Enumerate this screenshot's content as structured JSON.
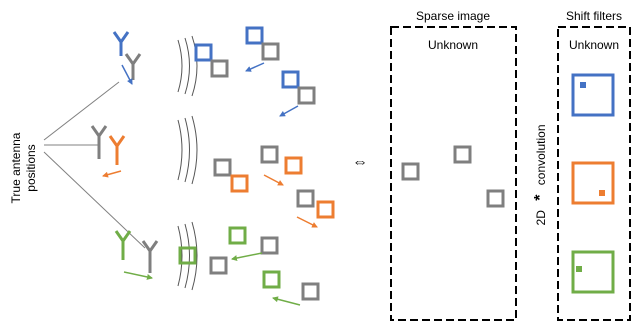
{
  "colors": {
    "blue": "#4472C4",
    "orange": "#ED7D31",
    "green": "#70AD47",
    "gray": "#7F7F7F",
    "line": "#808080",
    "ink": "#000000"
  },
  "labels": {
    "true_positions_line1": "True antenna",
    "true_positions_line2": "positions",
    "equivalence_symbol": "⇔",
    "sparse_title": "Sparse image",
    "sparse_inner": "Unknown",
    "conv_symbol": "*",
    "conv_text_2d": "2D",
    "conv_text": "convolution",
    "filters_title": "Shift filters",
    "filters_inner": "Unknown"
  },
  "icons": [
    "antenna-icon",
    "wave-arcs-icon",
    "arrow-icon",
    "square-marker-icon"
  ]
}
